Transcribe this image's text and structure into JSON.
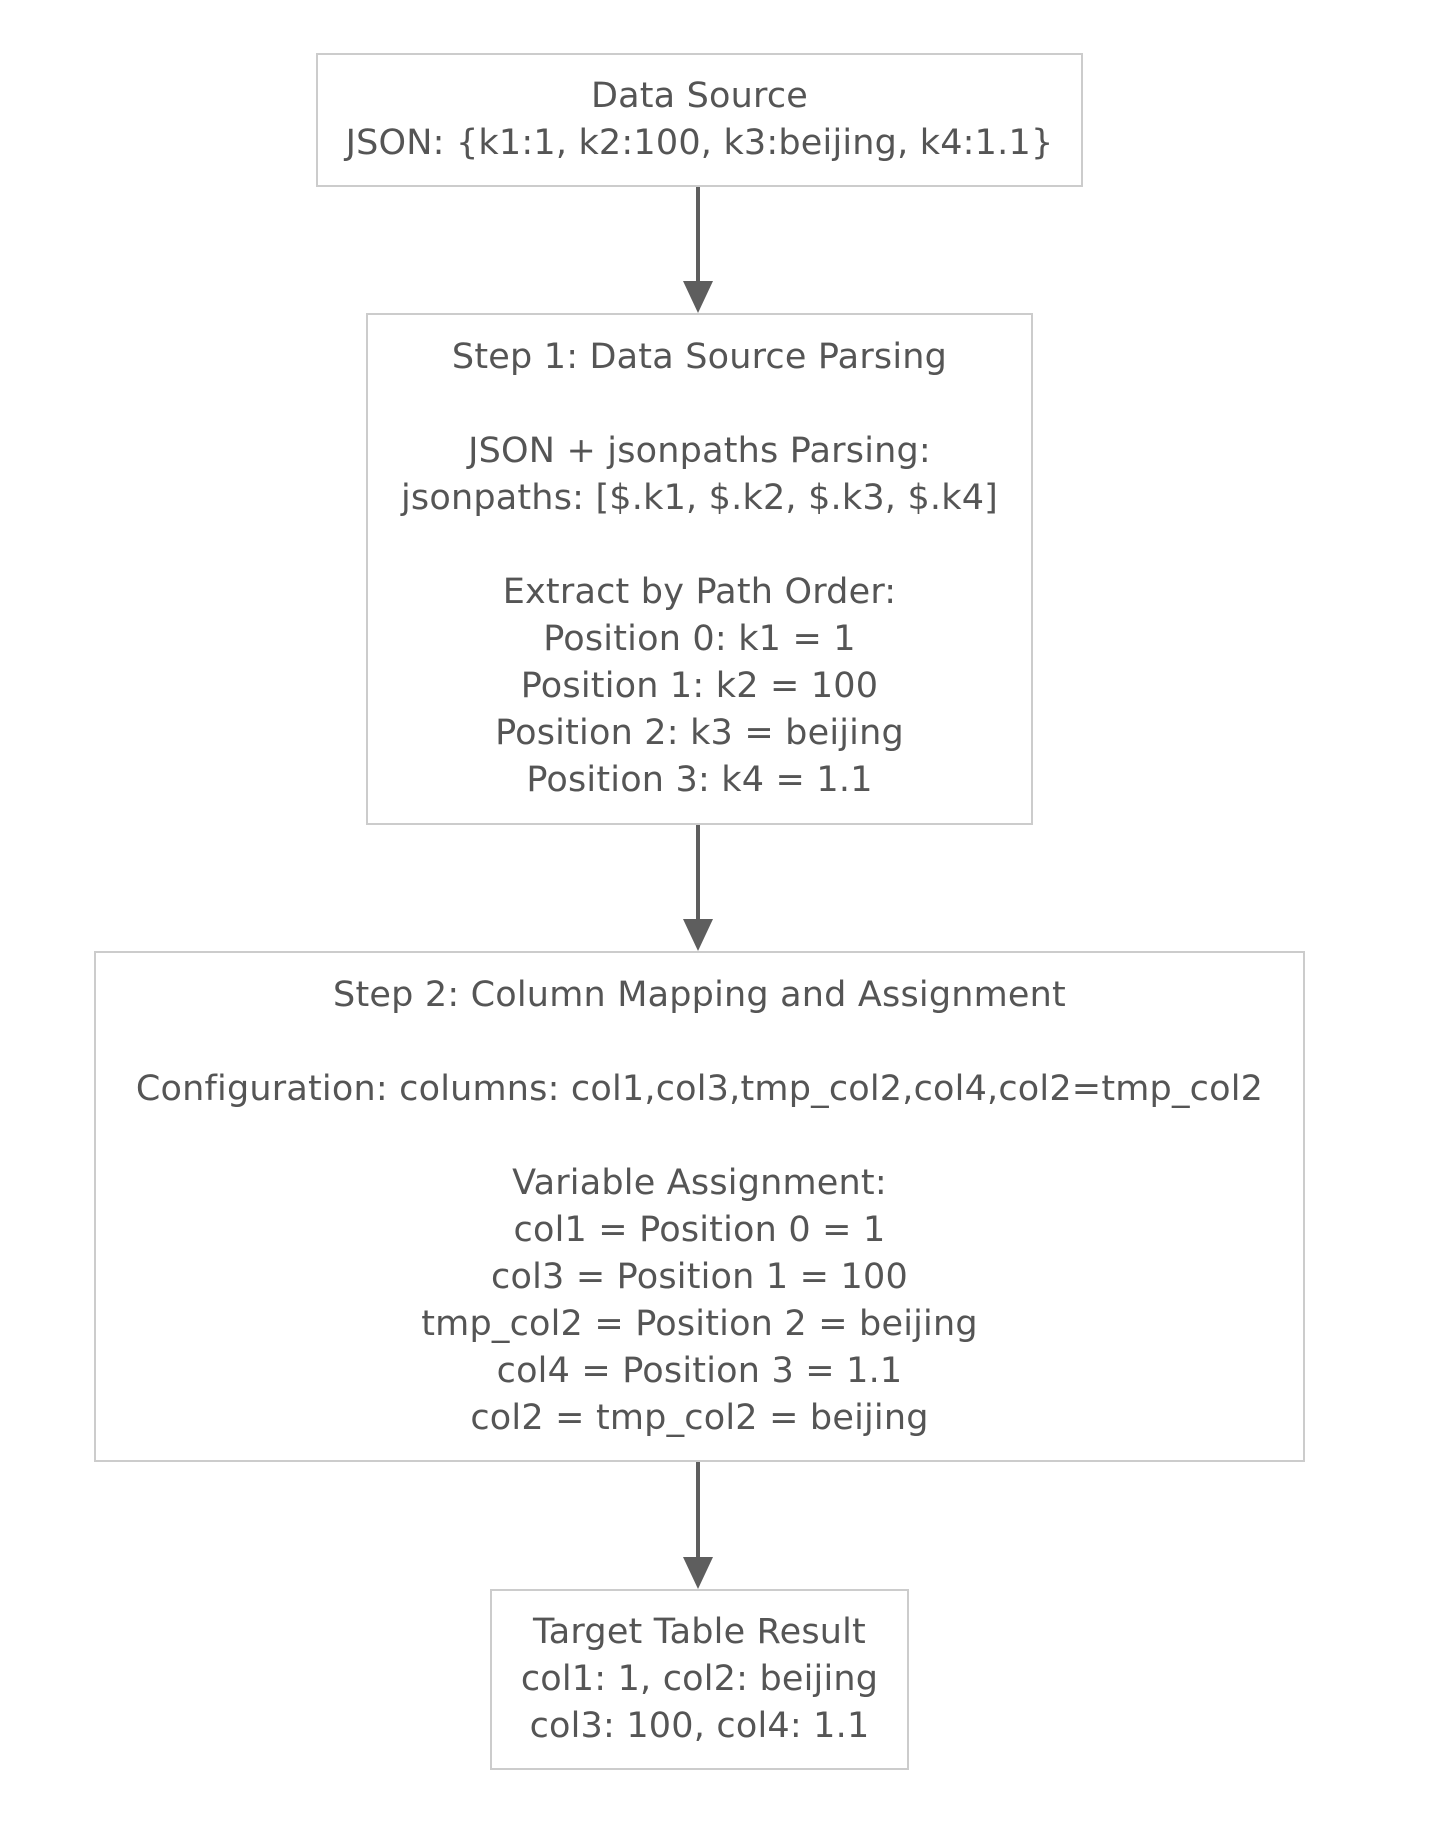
{
  "nodes": {
    "source": {
      "lines": [
        "Data Source",
        "JSON: {k1:1, k2:100, k3:beijing, k4:1.1}"
      ]
    },
    "step1": {
      "title": "Step 1: Data Source Parsing",
      "section1": [
        "JSON + jsonpaths Parsing:",
        "jsonpaths: [$.k1, $.k2, $.k3, $.k4]"
      ],
      "section2": [
        "Extract by Path Order:",
        "Position 0: k1 = 1",
        "Position 1: k2 = 100",
        "Position 2: k3 = beijing",
        "Position 3: k4 = 1.1"
      ]
    },
    "step2": {
      "title": "Step 2: Column Mapping and Assignment",
      "config": "Configuration: columns: col1,col3,tmp_col2,col4,col2=tmp_col2",
      "section2": [
        "Variable Assignment:",
        "col1 = Position 0 = 1",
        "col3 = Position 1 = 100",
        "tmp_col2 = Position 2 = beijing",
        "col4 = Position 3 = 1.1",
        "col2 = tmp_col2 = beijing"
      ]
    },
    "target": {
      "lines": [
        "Target Table Result",
        "col1: 1, col2: beijing",
        "col3: 100, col4: 1.1"
      ]
    }
  },
  "colors": {
    "node_border": "#cccccc",
    "node_fill": "#ffffff",
    "text": "#555555",
    "edge": "#5e5e5e"
  }
}
